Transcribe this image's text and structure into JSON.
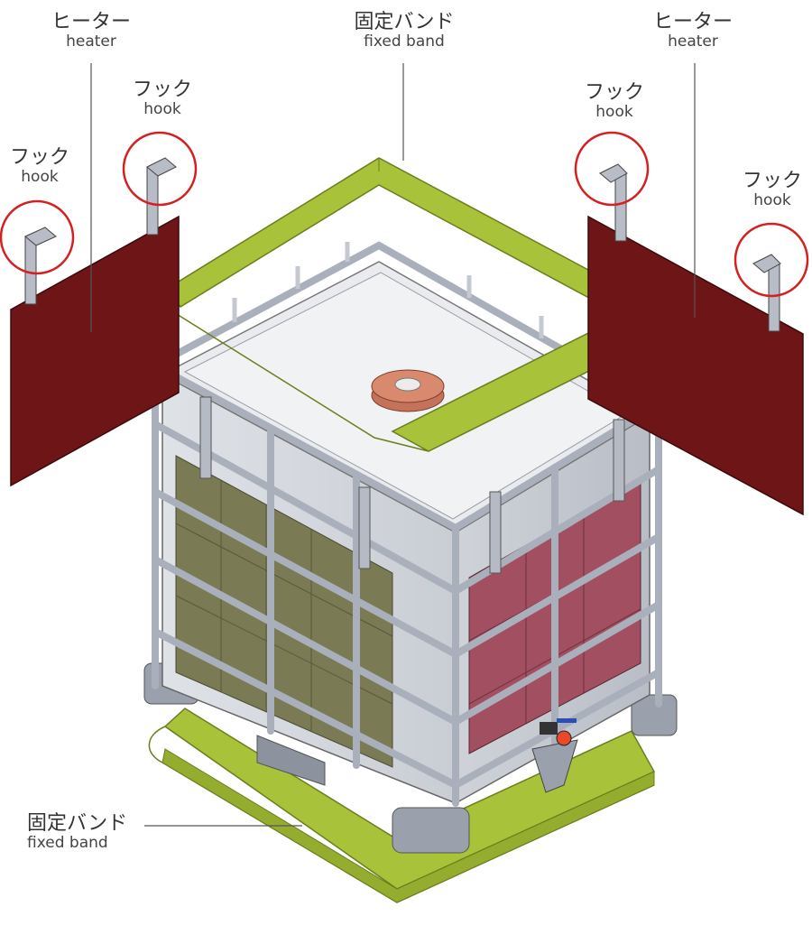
{
  "labels": {
    "heater_left": {
      "jp": "ヒーター",
      "en": "heater"
    },
    "heater_right": {
      "jp": "ヒーター",
      "en": "heater"
    },
    "band_top": {
      "jp": "固定バンド",
      "en": "fixed band"
    },
    "band_bottom": {
      "jp": "固定バンド",
      "en": "fixed band"
    },
    "hook_1": {
      "jp": "フック",
      "en": "hook"
    },
    "hook_2": {
      "jp": "フック",
      "en": "hook"
    },
    "hook_3": {
      "jp": "フック",
      "en": "hook"
    },
    "hook_4": {
      "jp": "フック",
      "en": "hook"
    }
  },
  "colors": {
    "heater_panel": "#6e1518",
    "heater_mounted_left": "#7a7a55",
    "heater_mounted_right": "#a24f62",
    "band": "#a8c23a",
    "hook_circle": "#d42020",
    "cage_frame": "#b9bec8",
    "tank": "#e8eaee",
    "cap": "#d98a6e"
  }
}
